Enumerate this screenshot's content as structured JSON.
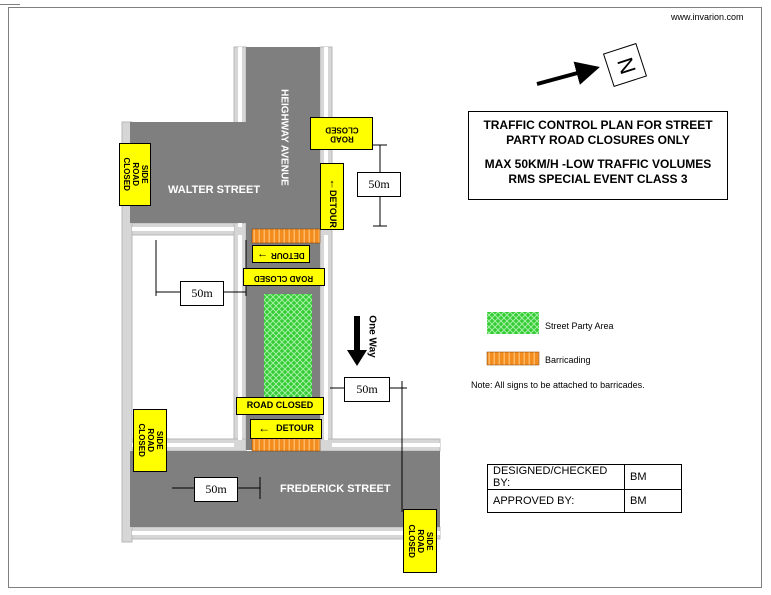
{
  "website": "www.invarion.com",
  "north": {
    "letter": "N"
  },
  "title": {
    "line1": "TRAFFIC CONTROL PLAN FOR STREET",
    "line2": "PARTY ROAD CLOSURES ONLY",
    "line3": "MAX 50KM/H -LOW TRAFFIC VOLUMES",
    "line4": "RMS SPECIAL EVENT CLASS 3"
  },
  "streets": {
    "walter": "WALTER STREET",
    "heighway": "HEIGHWAY AVENUE",
    "frederick": "FREDERICK STREET"
  },
  "signs": {
    "side_road_closed": "SIDE ROAD CLOSED",
    "road_closed": "ROAD CLOSED",
    "detour": "DETOUR"
  },
  "distances": {
    "top_right": "50m",
    "walter_left": "50m",
    "middle_right": "50m",
    "frederick_left": "50m"
  },
  "one_way": "One Way",
  "legend": {
    "party_area": "Street Party Area",
    "barricading": "Barricading",
    "note": "Note: All signs to be attached to barricades."
  },
  "approval": {
    "rows": [
      {
        "label": "DESIGNED/CHECKED BY:",
        "value": "BM"
      },
      {
        "label": "APPROVED BY:",
        "value": "BM"
      }
    ]
  },
  "colors": {
    "road": "#7f7f7f",
    "curb": "#d0d0d0",
    "sign": "#ffff00",
    "party": "#33cc33",
    "barricade": "#f28c1f"
  }
}
